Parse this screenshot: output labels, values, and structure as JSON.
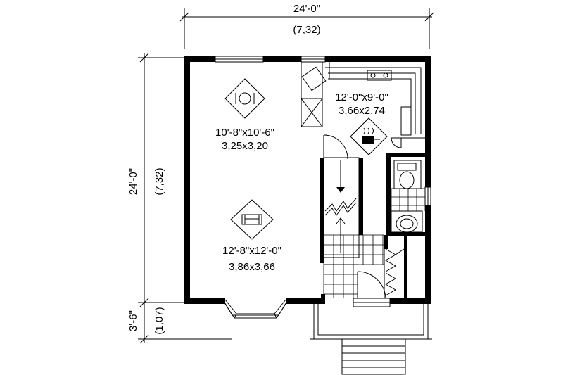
{
  "dimensions": {
    "top_imperial": "24'-0\"",
    "top_metric": "(7,32)",
    "left_imperial": "24'-0\"",
    "left_metric": "(7,32)",
    "porch_imperial": "3'-6\"",
    "porch_metric": "(1,07)"
  },
  "rooms": {
    "dining": {
      "icon": "dining-icon",
      "size_imperial": "10'-8\"x10'-6\"",
      "size_metric": "3,25x3,20"
    },
    "kitchen": {
      "icon": "cooking-pot-icon",
      "size_imperial": "12'-0\"x9'-0\"",
      "size_metric": "3,66x2,74"
    },
    "living": {
      "icon": "sofa-icon",
      "size_imperial": "12'-8\"x12'-0\"",
      "size_metric": "3,86x3,66"
    }
  }
}
